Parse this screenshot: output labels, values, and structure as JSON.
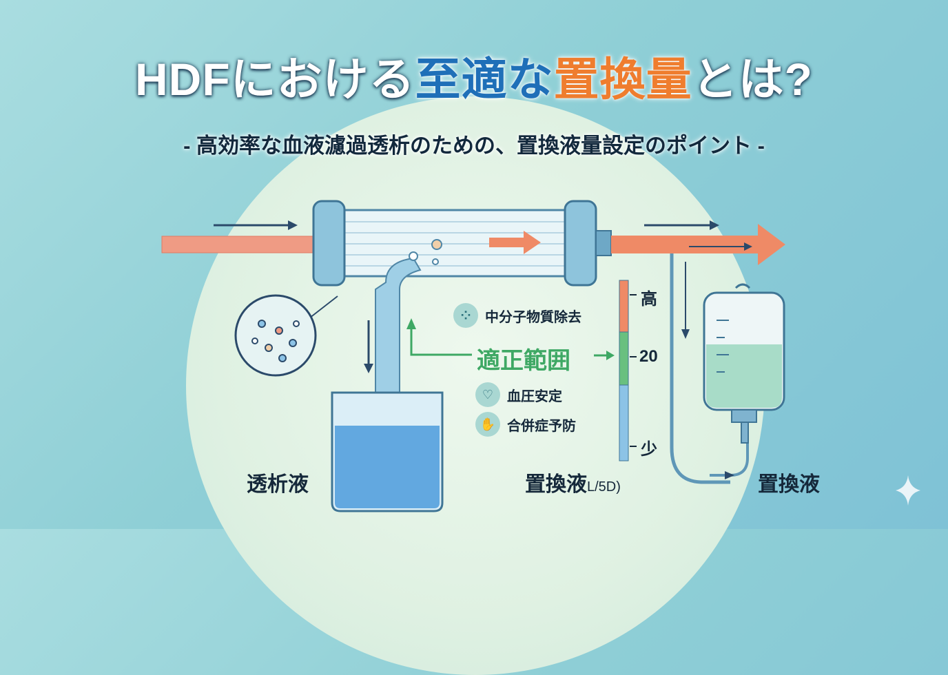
{
  "title": {
    "part1": "HDFにおける",
    "part2": "至適な",
    "part3": "置換量",
    "part4": "とは?"
  },
  "subtitle": "- 高効率な血液濾過透析のための、置換液量設定のポイント -",
  "labels": {
    "dialysate": "透析液",
    "substitution_bag": "置換液",
    "scale_title": "置換液",
    "scale_unit": "L/5D)"
  },
  "benefits": [
    {
      "icon": "molecules-icon",
      "text": "中分子物質除去"
    },
    {
      "icon": "heart-pulse-icon",
      "text": "血圧安定"
    },
    {
      "icon": "hands-icon",
      "text": "合併症予防"
    }
  ],
  "optimal_range": "適正範囲",
  "scale": {
    "high": "高",
    "mid": "20",
    "low": "少",
    "colors": {
      "high": "#ef8a66",
      "mid": "#69c07f",
      "low": "#8cc3e6"
    }
  }
}
